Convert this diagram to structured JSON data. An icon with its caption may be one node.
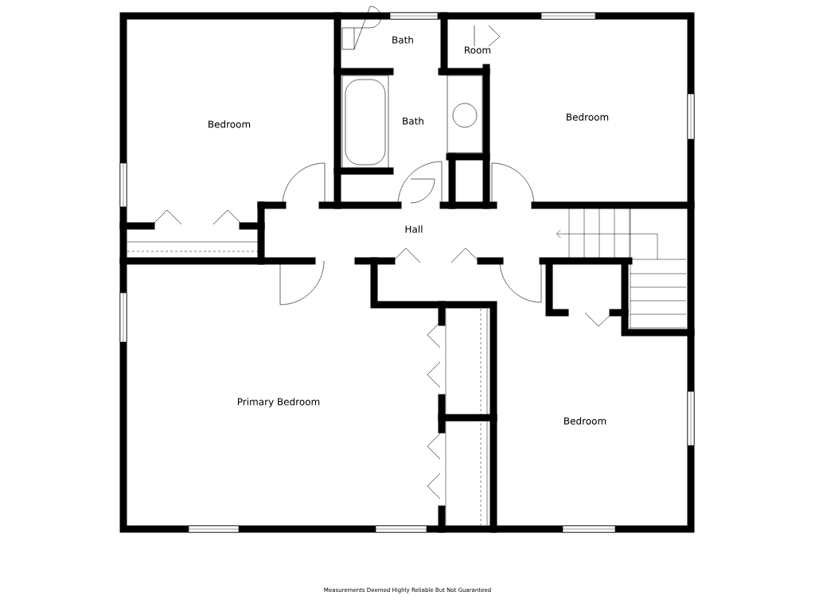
{
  "diagram": {
    "caption": "Measurements Deemed Highly Reliable But Not Guaranteed",
    "labels": [
      "Bath",
      "Room",
      "Bedroom",
      "Bath",
      "Bedroom",
      "Hall",
      "Primary Bedroom",
      "Bedroom"
    ]
  }
}
